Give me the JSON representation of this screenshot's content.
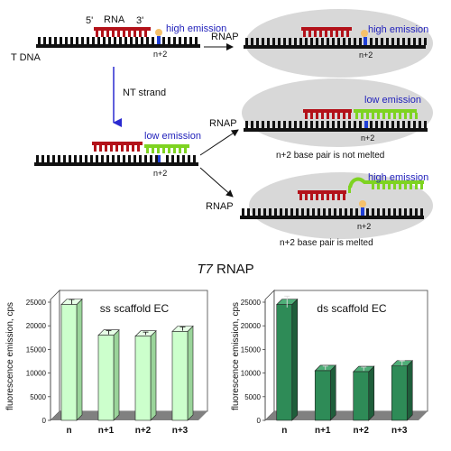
{
  "colors": {
    "dna": "#111111",
    "rna": "#b3121a",
    "nt_green": "#7ed321",
    "n2_base": "#1f3fd8",
    "fluor": "#f5c16c",
    "bubble": "#d8d8d8",
    "text_blue": "#2222bb",
    "ss_bar": "#ccffcc",
    "ds_bar": "#2e8b57",
    "floor": "#808080"
  },
  "diagram": {
    "rna_5": "5'",
    "rna_label": "RNA",
    "rna_3": "3'",
    "high_emission": "high emission",
    "low_emission": "low emission",
    "tdna": "T DNA",
    "n2": "n+2",
    "rnap": "RNAP",
    "nt_strand": "NT strand",
    "not_melted": "n+2 base pair is not melted",
    "melted": "n+2 base pair is melted"
  },
  "figure_title_italic": "T7",
  "figure_title_rest": " RNAP",
  "ylabel": "fluorescence emission, cps",
  "chart_data": [
    {
      "type": "bar",
      "title": "ss scaffold EC",
      "categories": [
        "n",
        "n+1",
        "n+2",
        "n+3"
      ],
      "values": [
        24500,
        18000,
        17800,
        18800
      ],
      "errors": [
        500,
        400,
        300,
        400
      ],
      "ylim": [
        0,
        25000
      ],
      "yticks": [
        "0",
        "5000",
        "10000",
        "15000",
        "20000",
        "25000"
      ],
      "ylabel": "fluorescence emission, cps"
    },
    {
      "type": "bar",
      "title": "ds scaffold EC",
      "categories": [
        "n",
        "n+1",
        "n+2",
        "n+3"
      ],
      "values": [
        24500,
        10500,
        10300,
        11500
      ],
      "errors": [
        1200,
        400,
        400,
        500
      ],
      "ylim": [
        0,
        25000
      ],
      "yticks": [
        "0",
        "5000",
        "10000",
        "15000",
        "20000",
        "25000"
      ],
      "ylabel": "fluorescence emission, cps"
    }
  ]
}
